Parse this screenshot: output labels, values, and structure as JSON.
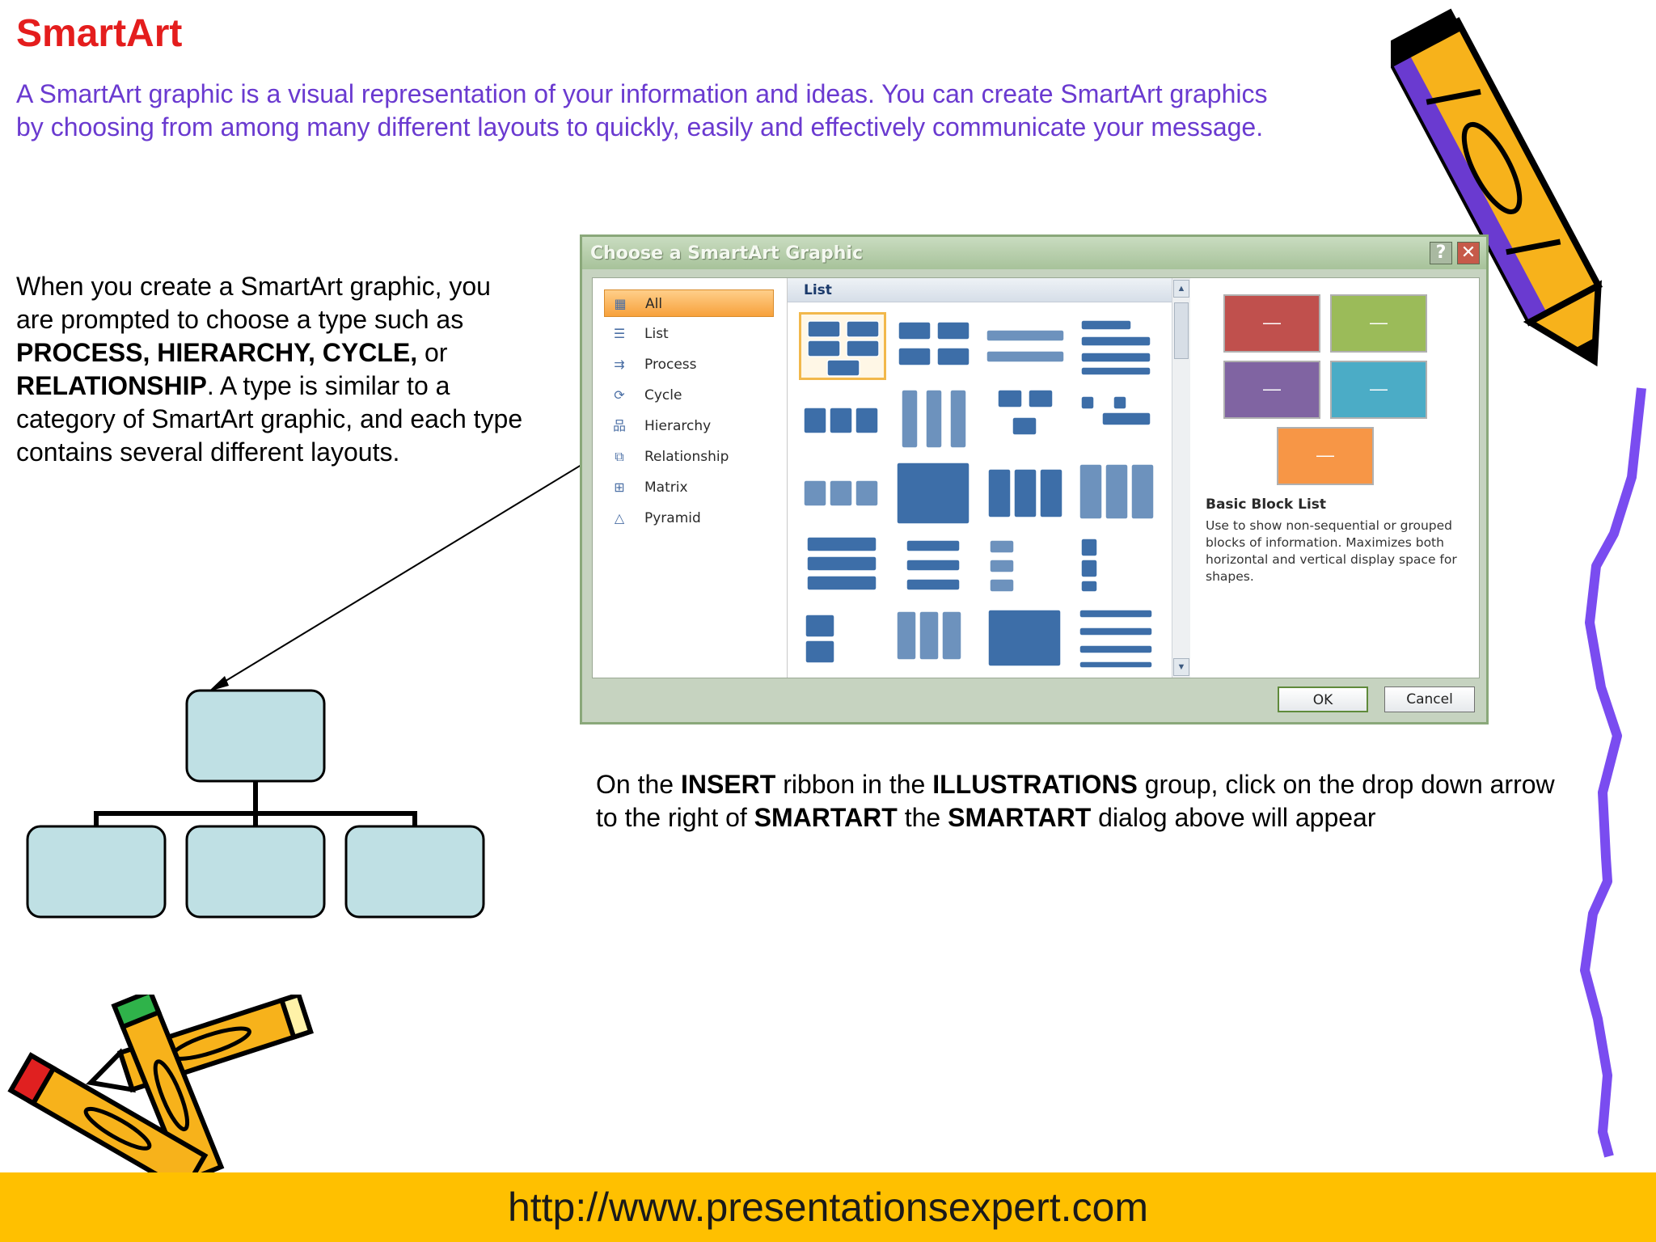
{
  "title": "SmartArt",
  "intro": "A SmartArt graphic is a visual representation of your information and ideas. You can create SmartArt graphics by choosing from among many different layouts to quickly, easily and effectively communicate your message.",
  "left_text": {
    "p1": "When you create a SmartArt graphic, you are prompted to choose a type such as ",
    "b1": "PROCESS, HIERARCHY, CYCLE,",
    "p2": " or ",
    "b2": "RELATIONSHIP",
    "p3": ". A type is similar to a category of SmartArt graphic, and each type contains several different layouts."
  },
  "bottom_text": {
    "p1": "On the ",
    "b1": "INSERT",
    "p2": " ribbon in the ",
    "b2": "ILLUSTRATIONS",
    "p3": " group, click on the drop down arrow to the right of ",
    "b3": "SMARTART",
    "p4": " the ",
    "b4": "SMARTART",
    "p5": " dialog above will appear"
  },
  "dialog": {
    "title": "Choose a SmartArt Graphic",
    "help_glyph": "?",
    "close_glyph": "✕",
    "categories": [
      {
        "label": "All",
        "icon": "all-icon",
        "glyph": "▦",
        "selected": true
      },
      {
        "label": "List",
        "icon": "list-icon",
        "glyph": "☰",
        "selected": false
      },
      {
        "label": "Process",
        "icon": "process-icon",
        "glyph": "⇉",
        "selected": false
      },
      {
        "label": "Cycle",
        "icon": "cycle-icon",
        "glyph": "⟳",
        "selected": false
      },
      {
        "label": "Hierarchy",
        "icon": "hierarchy-icon",
        "glyph": "品",
        "selected": false
      },
      {
        "label": "Relationship",
        "icon": "relationship-icon",
        "glyph": "⧉",
        "selected": false
      },
      {
        "label": "Matrix",
        "icon": "matrix-icon",
        "glyph": "⊞",
        "selected": false
      },
      {
        "label": "Pyramid",
        "icon": "pyramid-icon",
        "glyph": "△",
        "selected": false
      }
    ],
    "layout_header": "List",
    "preview": {
      "title": "Basic Block List",
      "description": "Use to show non-sequential or grouped blocks of information. Maximizes both horizontal and vertical display space for shapes.",
      "block_colors": [
        "#c0504d",
        "#9bbb59",
        "#8064a2",
        "#4bacc6",
        "#f79646"
      ],
      "placeholder": "—"
    },
    "ok_label": "OK",
    "cancel_label": "Cancel"
  },
  "footer_url": "http://www.presentationsexpert.com",
  "colors": {
    "title": "#e41d1d",
    "intro": "#6a3ad0",
    "footer": "#ffc000",
    "org_box": "#bfe0e4",
    "layout_blue": "#3d6ea8",
    "squiggle": "#7a4cf0"
  }
}
